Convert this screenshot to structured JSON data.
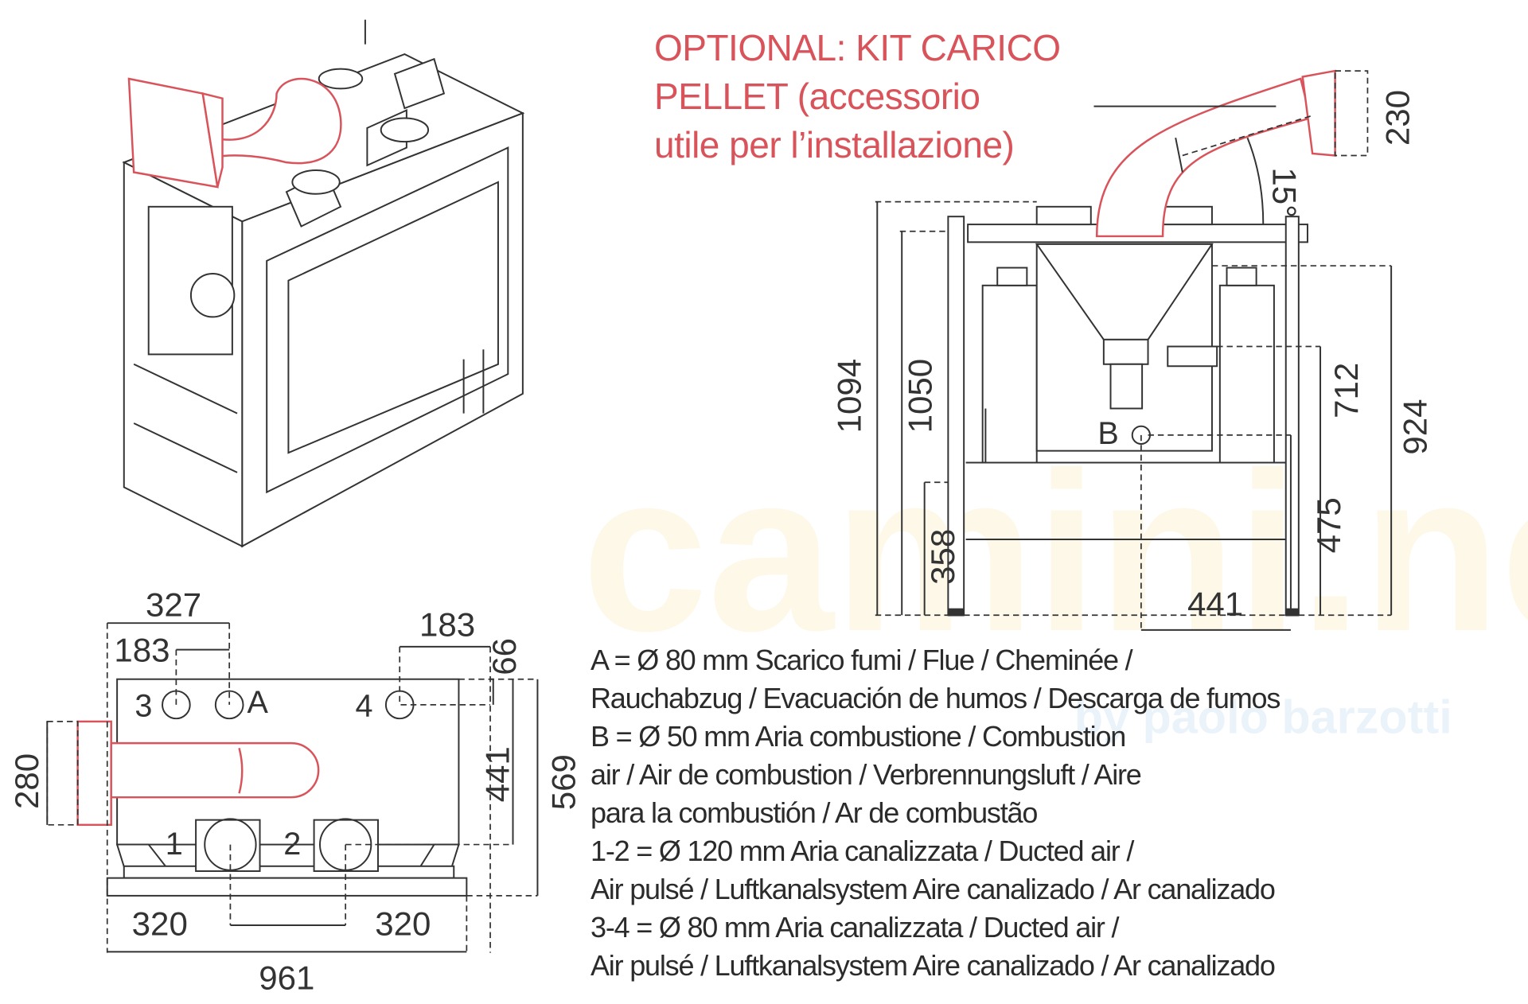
{
  "watermark": {
    "brand": "camini.net",
    "sub": "by paolo barzotti"
  },
  "optional_note": {
    "lines": [
      "OPTIONAL: KIT CARICO",
      "PELLET (accessorio",
      "utile per l’installazione)"
    ],
    "color": "#d9535b"
  },
  "plan_view": {
    "dimensions": {
      "d327": "327",
      "d183_left": "183",
      "d183_right": "183",
      "d66": "66",
      "d280": "280",
      "d441": "441",
      "d569": "569",
      "d320_left": "320",
      "d320_right": "320",
      "d961": "961"
    },
    "labels": {
      "c3": "3",
      "cA": "A",
      "c4": "4",
      "c1": "1",
      "c2": "2"
    }
  },
  "front_view": {
    "dimensions": {
      "d230": "230",
      "d15": "15°",
      "d1094": "1094",
      "d1050": "1050",
      "d358": "358",
      "d712": "712",
      "d924": "924",
      "d475": "475",
      "d441": "441"
    },
    "labels": {
      "cB": "B"
    }
  },
  "legend": {
    "lines": [
      "A = Ø 80 mm Scarico fumi / Flue / Cheminée /",
      "Rauchabzug / Evacuación de humos / Descarga de fumos",
      "B = Ø 50 mm Aria combustione / Combustion",
      "air / Air de combustion / Verbrennungsluft / Aire",
      "para la combustión / Ar de combustão",
      "1-2 = Ø 120 mm Aria canalizzata / Ducted air /",
      "Air pulsé / Luftkanalsystem Aire canalizado / Ar canalizado",
      "3-4 = Ø 80 mm Aria canalizzata / Ducted air /",
      "Air pulsé / Luftkanalsystem Aire canalizado / Ar  canalizado"
    ]
  }
}
